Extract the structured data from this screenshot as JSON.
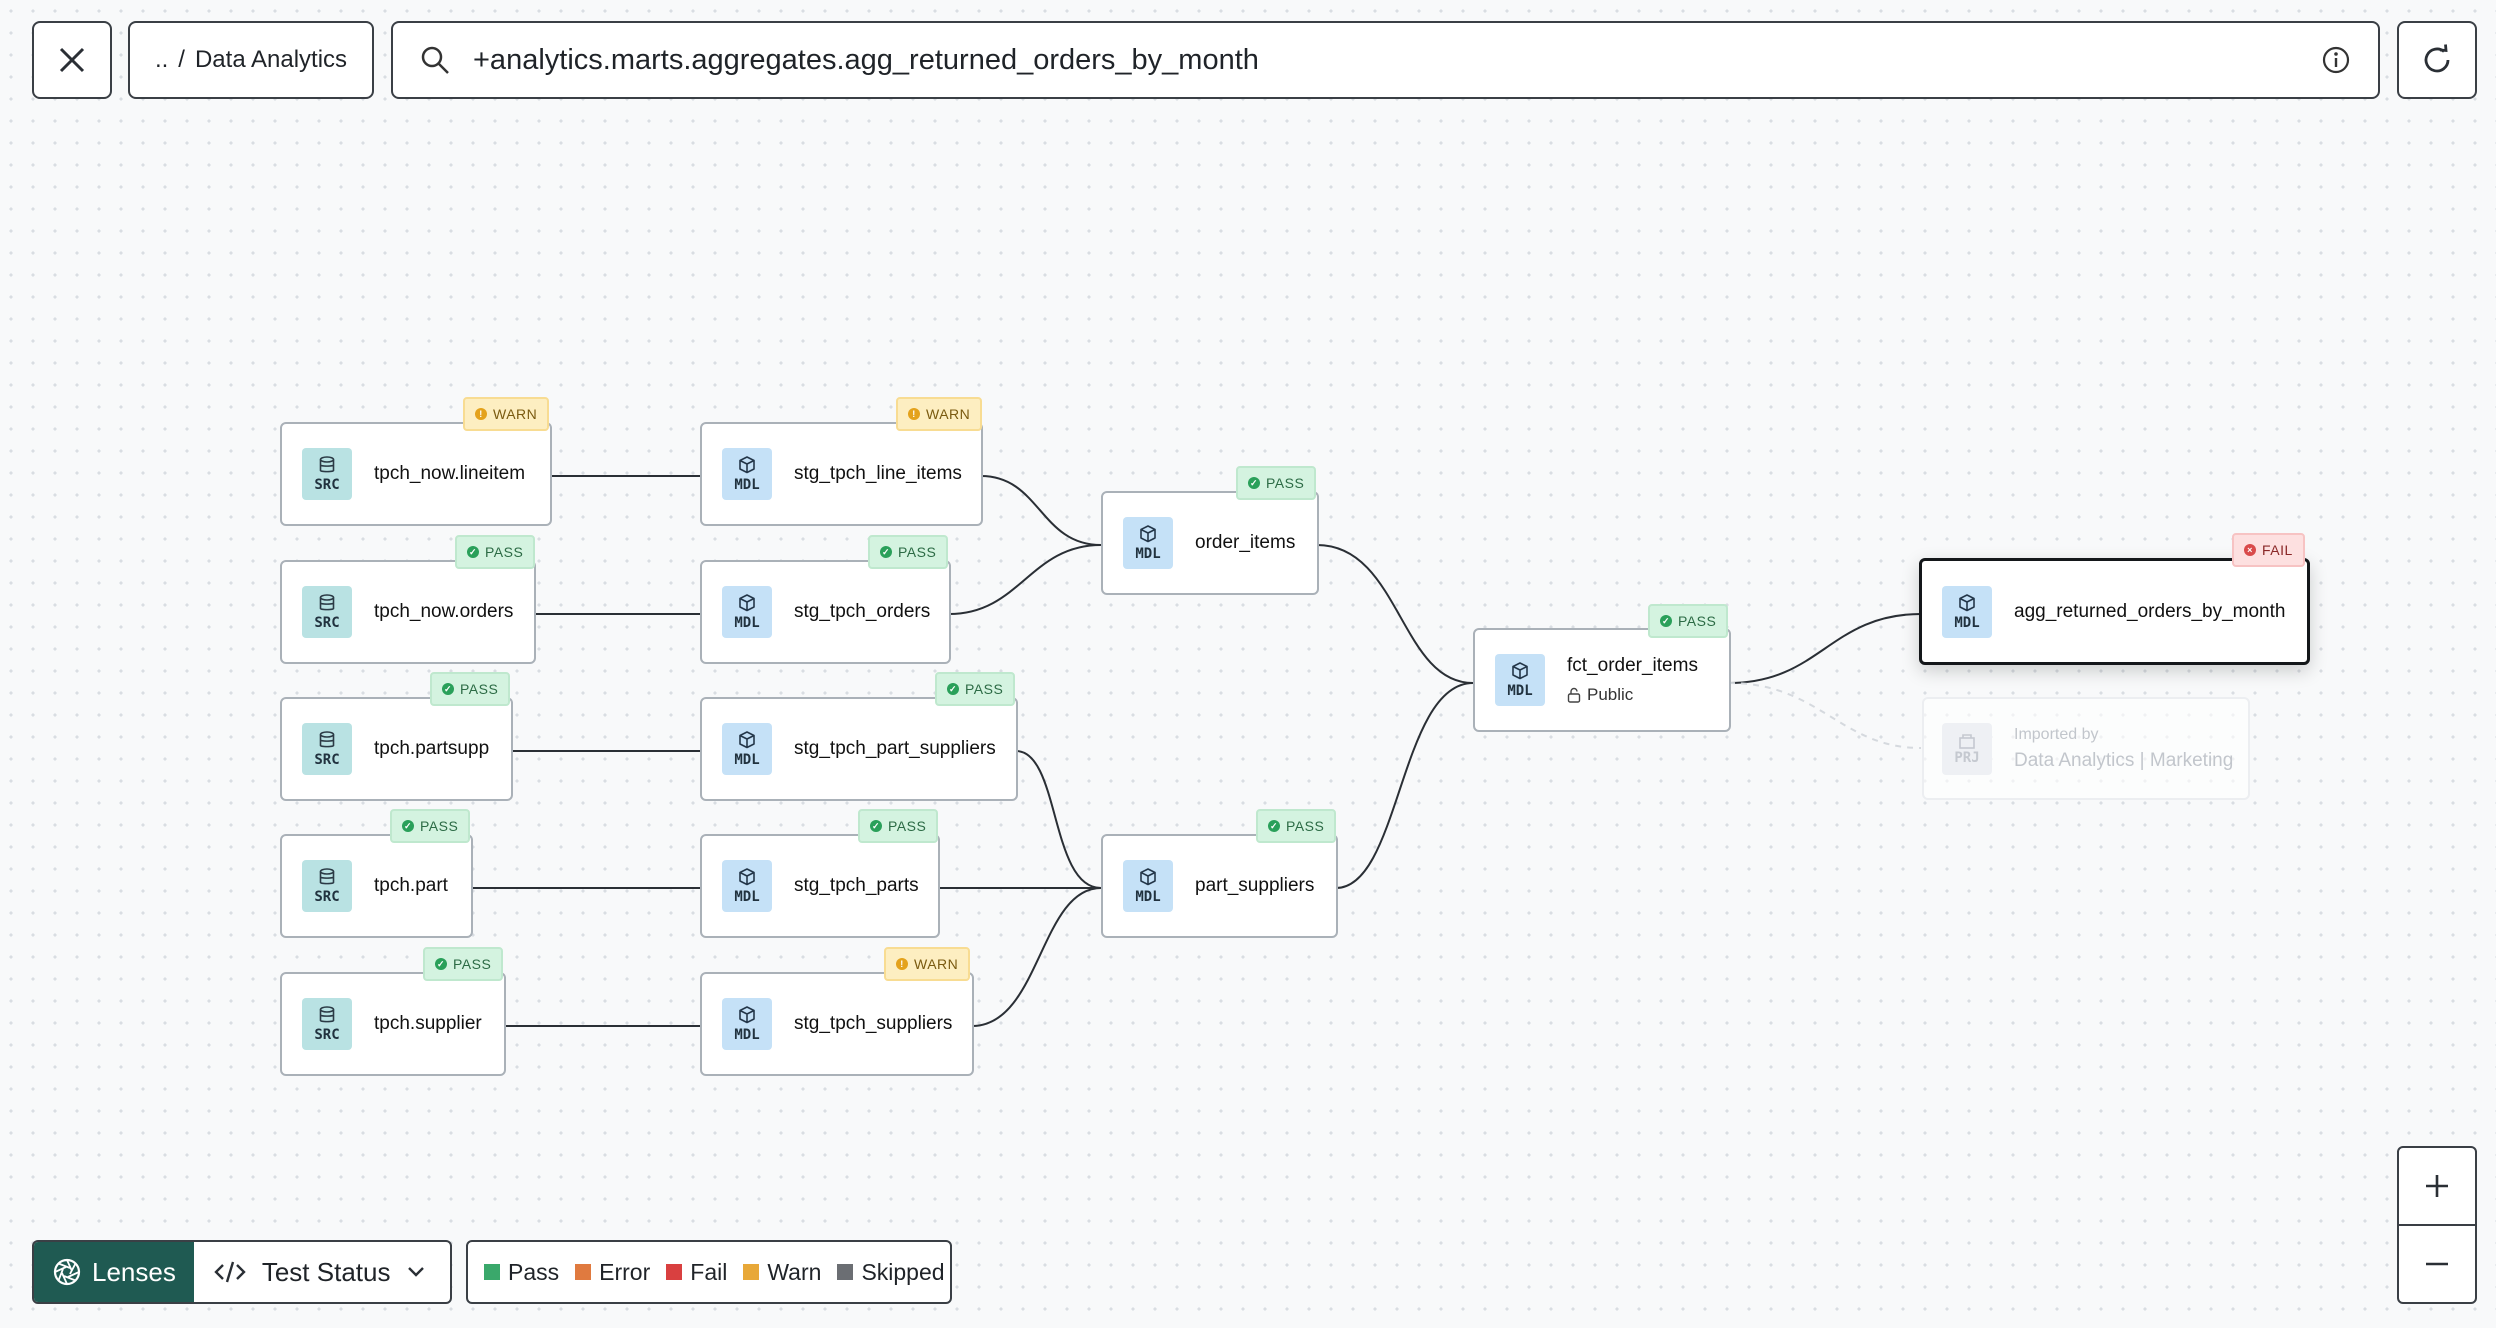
{
  "breadcrumb": {
    "parent": "..",
    "separator": "/",
    "current": "Data Analytics"
  },
  "search": {
    "value": "+analytics.marts.aggregates.agg_returned_orders_by_month"
  },
  "nodes": [
    {
      "id": "n1",
      "type": "SRC",
      "name": "tpch_now.lineitem",
      "status": "WARN"
    },
    {
      "id": "n2",
      "type": "SRC",
      "name": "tpch_now.orders",
      "status": "PASS"
    },
    {
      "id": "n3",
      "type": "SRC",
      "name": "tpch.partsupp",
      "status": "PASS"
    },
    {
      "id": "n4",
      "type": "SRC",
      "name": "tpch.part",
      "status": "PASS"
    },
    {
      "id": "n5",
      "type": "SRC",
      "name": "tpch.supplier",
      "status": "PASS"
    },
    {
      "id": "n6",
      "type": "MDL",
      "name": "stg_tpch_line_items",
      "status": "WARN"
    },
    {
      "id": "n7",
      "type": "MDL",
      "name": "stg_tpch_orders",
      "status": "PASS"
    },
    {
      "id": "n8",
      "type": "MDL",
      "name": "stg_tpch_part_suppliers",
      "status": "PASS"
    },
    {
      "id": "n9",
      "type": "MDL",
      "name": "stg_tpch_parts",
      "status": "PASS"
    },
    {
      "id": "n10",
      "type": "MDL",
      "name": "stg_tpch_suppliers",
      "status": "WARN"
    },
    {
      "id": "n11",
      "type": "MDL",
      "name": "order_items",
      "status": "PASS"
    },
    {
      "id": "n12",
      "type": "MDL",
      "name": "part_suppliers",
      "status": "PASS"
    },
    {
      "id": "n13",
      "type": "MDL",
      "name": "fct_order_items",
      "status": "PASS",
      "access": "Public"
    },
    {
      "id": "n14",
      "type": "MDL",
      "name": "agg_returned_orders_by_month",
      "status": "FAIL"
    }
  ],
  "imported": {
    "type": "PRJ",
    "label": "Imported by",
    "projects": "Data Analytics | Marketing"
  },
  "lenses": {
    "label": "Lenses",
    "selected": "Test Status"
  },
  "legend": [
    {
      "label": "Pass",
      "color": "#3aa86b"
    },
    {
      "label": "Error",
      "color": "#e07a3f"
    },
    {
      "label": "Fail",
      "color": "#d94040"
    },
    {
      "label": "Warn",
      "color": "#e8a838"
    },
    {
      "label": "Skipped",
      "color": "#6b6e73"
    }
  ],
  "zoom": {
    "in": "+",
    "out": "−"
  }
}
